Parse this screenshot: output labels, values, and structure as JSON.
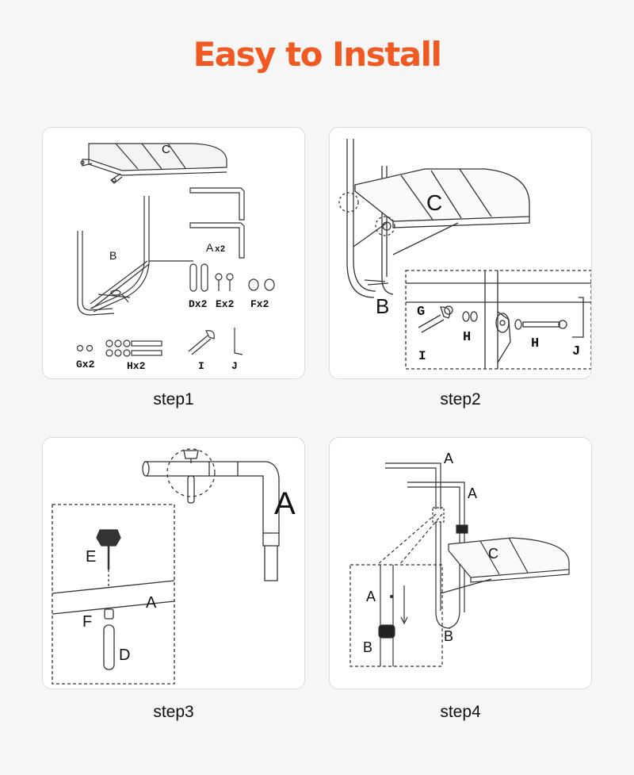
{
  "title": "Easy to Install",
  "steps": [
    {
      "caption": "step1",
      "labels": {
        "c": "C",
        "b": "B",
        "a": "A",
        "a_qty": "x2",
        "d": "Dx2",
        "e": "Ex2",
        "f": "Fx2",
        "g": "Gx2",
        "h": "Hx2",
        "i": "I",
        "j": "J"
      }
    },
    {
      "caption": "step2",
      "labels": {
        "c": "C",
        "b": "B",
        "g": "G",
        "h1": "H",
        "h2": "H",
        "i": "I",
        "j": "J"
      }
    },
    {
      "caption": "step3",
      "labels": {
        "a_big": "A",
        "e": "E",
        "a": "A",
        "f": "F",
        "d": "D"
      }
    },
    {
      "caption": "step4",
      "labels": {
        "a1": "A",
        "a2": "A",
        "c": "C",
        "b": "B",
        "a_inset": "A",
        "b_inset": "B"
      }
    }
  ]
}
